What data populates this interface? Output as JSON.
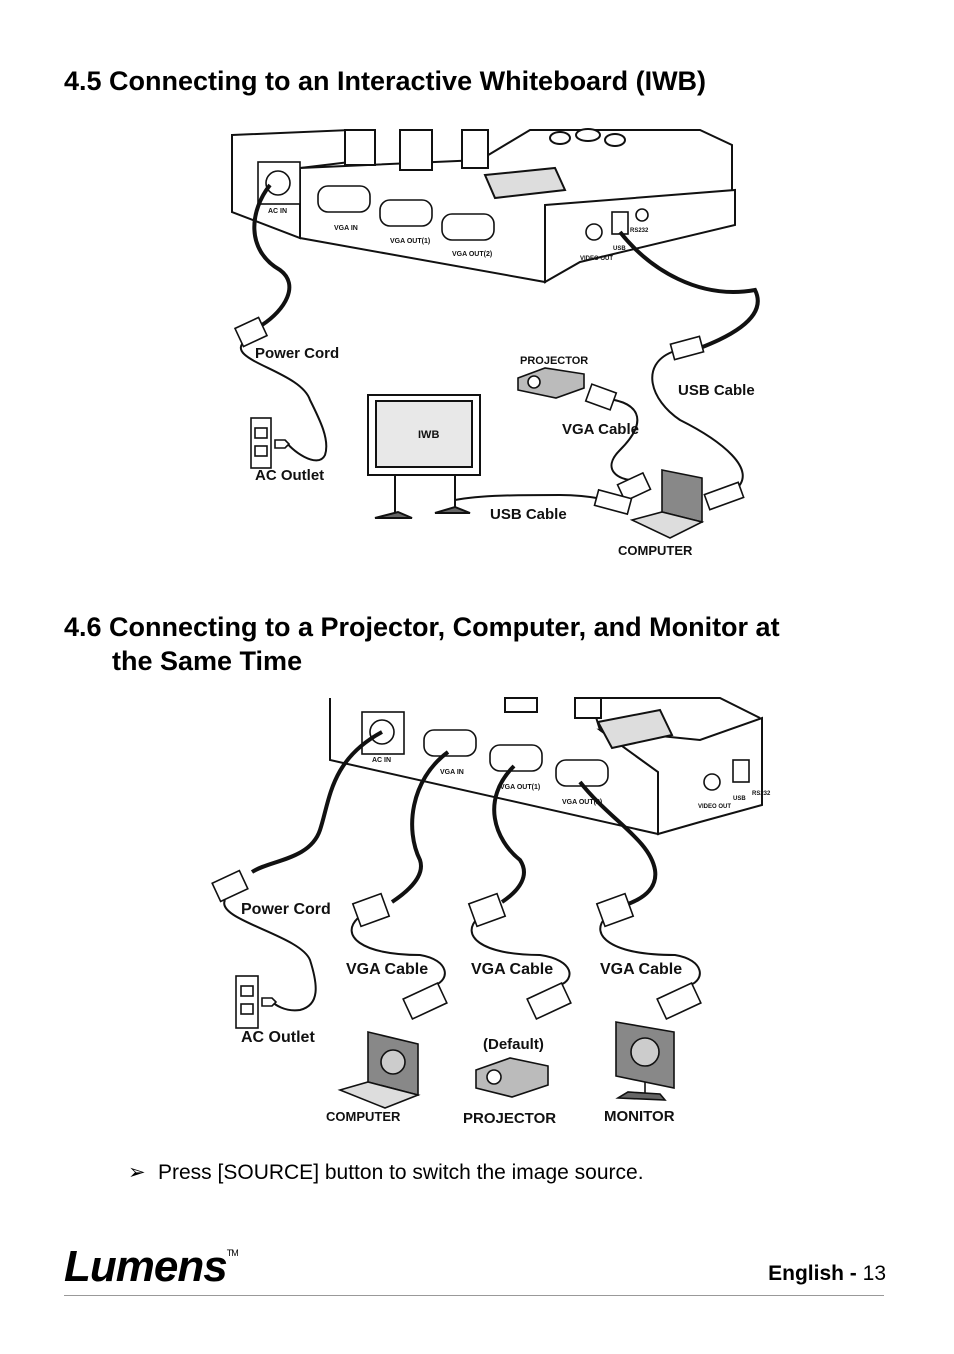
{
  "section1": {
    "title": "4.5 Connecting to an Interactive Whiteboard (IWB)",
    "labels": {
      "ac_in": "AC IN",
      "vga_in": "VGA IN",
      "vga_out1": "VGA OUT(1)",
      "vga_out2": "VGA OUT(2)",
      "video_out": "VIDEO OUT",
      "usb": "USB",
      "rs232": "RS232",
      "power_cord": "Power Cord",
      "ac_outlet": "AC Outlet",
      "iwb": "IWB",
      "projector": "PROJECTOR",
      "vga_cable": "VGA Cable",
      "usb_cable_right": "USB Cable",
      "usb_cable_bottom": "USB Cable",
      "computer": "COMPUTER"
    }
  },
  "section2": {
    "title_line1": "4.6 Connecting to a Projector, Computer, and Monitor at",
    "title_line2": "the Same Time",
    "labels": {
      "ac_in": "AC IN",
      "vga_in": "VGA IN",
      "vga_out1": "VGA OUT(1)",
      "vga_out2": "VGA OUT(2)",
      "video_out": "VIDEO OUT",
      "usb": "USB",
      "rs232": "RS232",
      "power_cord": "Power Cord",
      "ac_outlet": "AC Outlet",
      "vga_cable_1": "VGA Cable",
      "vga_cable_2": "VGA Cable",
      "vga_cable_3": "VGA Cable",
      "default": "(Default)",
      "computer": "COMPUTER",
      "projector": "PROJECTOR",
      "monitor": "MONITOR"
    }
  },
  "note": {
    "bullet": "➢",
    "text": "Press [SOURCE] button to switch the image source."
  },
  "footer": {
    "brand": "Lumens",
    "tm": "TM",
    "language": "English",
    "separator": "-",
    "page_number": "13"
  }
}
